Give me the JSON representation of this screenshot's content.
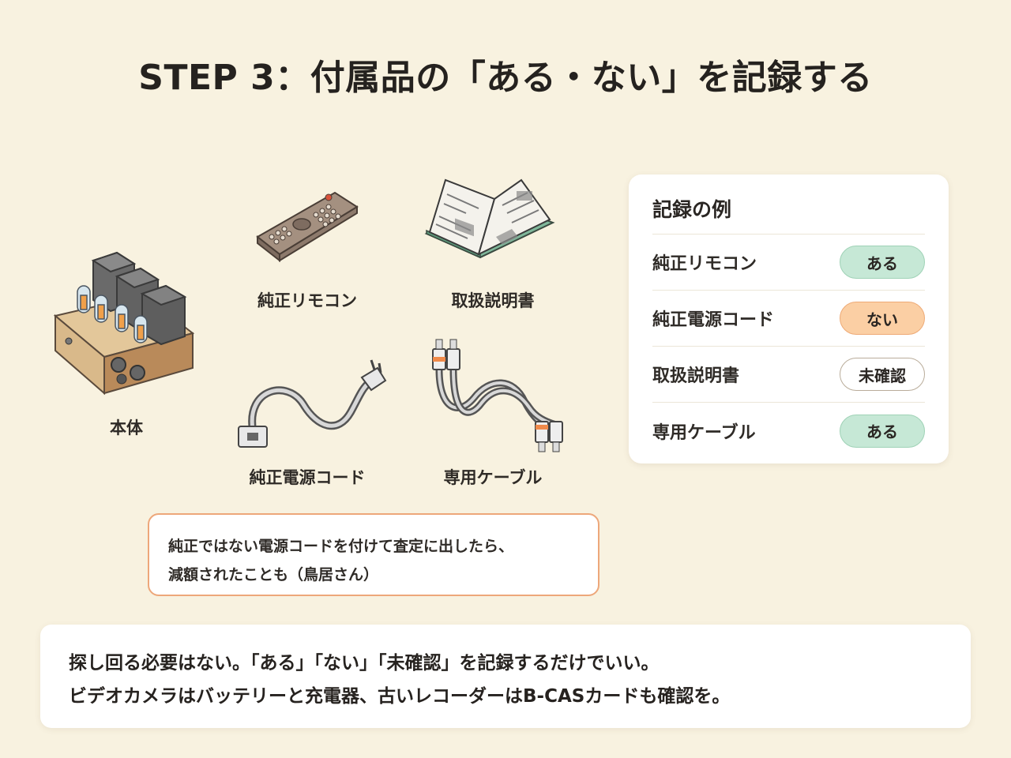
{
  "title": "STEP 3：付属品の「ある・ない」を記録する",
  "items": {
    "body": "本体",
    "remote": "純正リモコン",
    "manual": "取扱説明書",
    "power_cord": "純正電源コード",
    "cable": "専用ケーブル"
  },
  "bubble": {
    "line1": "純正ではない電源コードを付けて査定に出したら、",
    "line2": "減額されたことも（鳥居さん）"
  },
  "record": {
    "title": "記録の例",
    "rows": [
      {
        "name": "純正リモコン",
        "status": "ある"
      },
      {
        "name": "純正電源コード",
        "status": "ない"
      },
      {
        "name": "取扱説明書",
        "status": "未確認"
      },
      {
        "name": "専用ケーブル",
        "status": "ある"
      }
    ]
  },
  "note": {
    "line1": "探し回る必要はない。「ある」「ない」「未確認」を記録するだけでいい。",
    "line2": "ビデオカメラはバッテリーと充電器、古いレコーダーはB-CASカードも確認を。"
  },
  "colors": {
    "yes": "#c6e8d6",
    "no": "#fbcfa4",
    "unknown": "#ffffff",
    "accent": "#eda77a",
    "background": "#f8f2e0"
  }
}
